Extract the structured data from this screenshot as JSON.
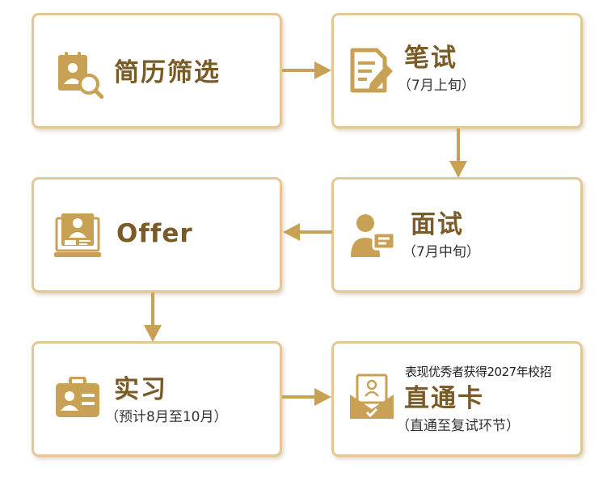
{
  "colors": {
    "accent": "#c9a154",
    "title": "#7a5a26",
    "border": "#e3c795"
  },
  "steps": {
    "resume": {
      "title": "简历筛选",
      "icon": "resume-search-icon"
    },
    "written": {
      "title": "笔试",
      "sub": "（7月上旬）",
      "icon": "document-pen-icon"
    },
    "interview": {
      "title": "面试",
      "sub": "（7月中旬）",
      "icon": "interview-person-icon"
    },
    "offer": {
      "title": "Offer",
      "icon": "offer-certificate-icon"
    },
    "intern": {
      "title": "实习",
      "sub": "（预计8月至10月）",
      "icon": "id-badge-icon"
    },
    "express": {
      "note": "表现优秀者获得2027年校招",
      "title": "直通卡",
      "sub": "（直通至复试环节）",
      "icon": "envelope-certificate-icon"
    }
  }
}
